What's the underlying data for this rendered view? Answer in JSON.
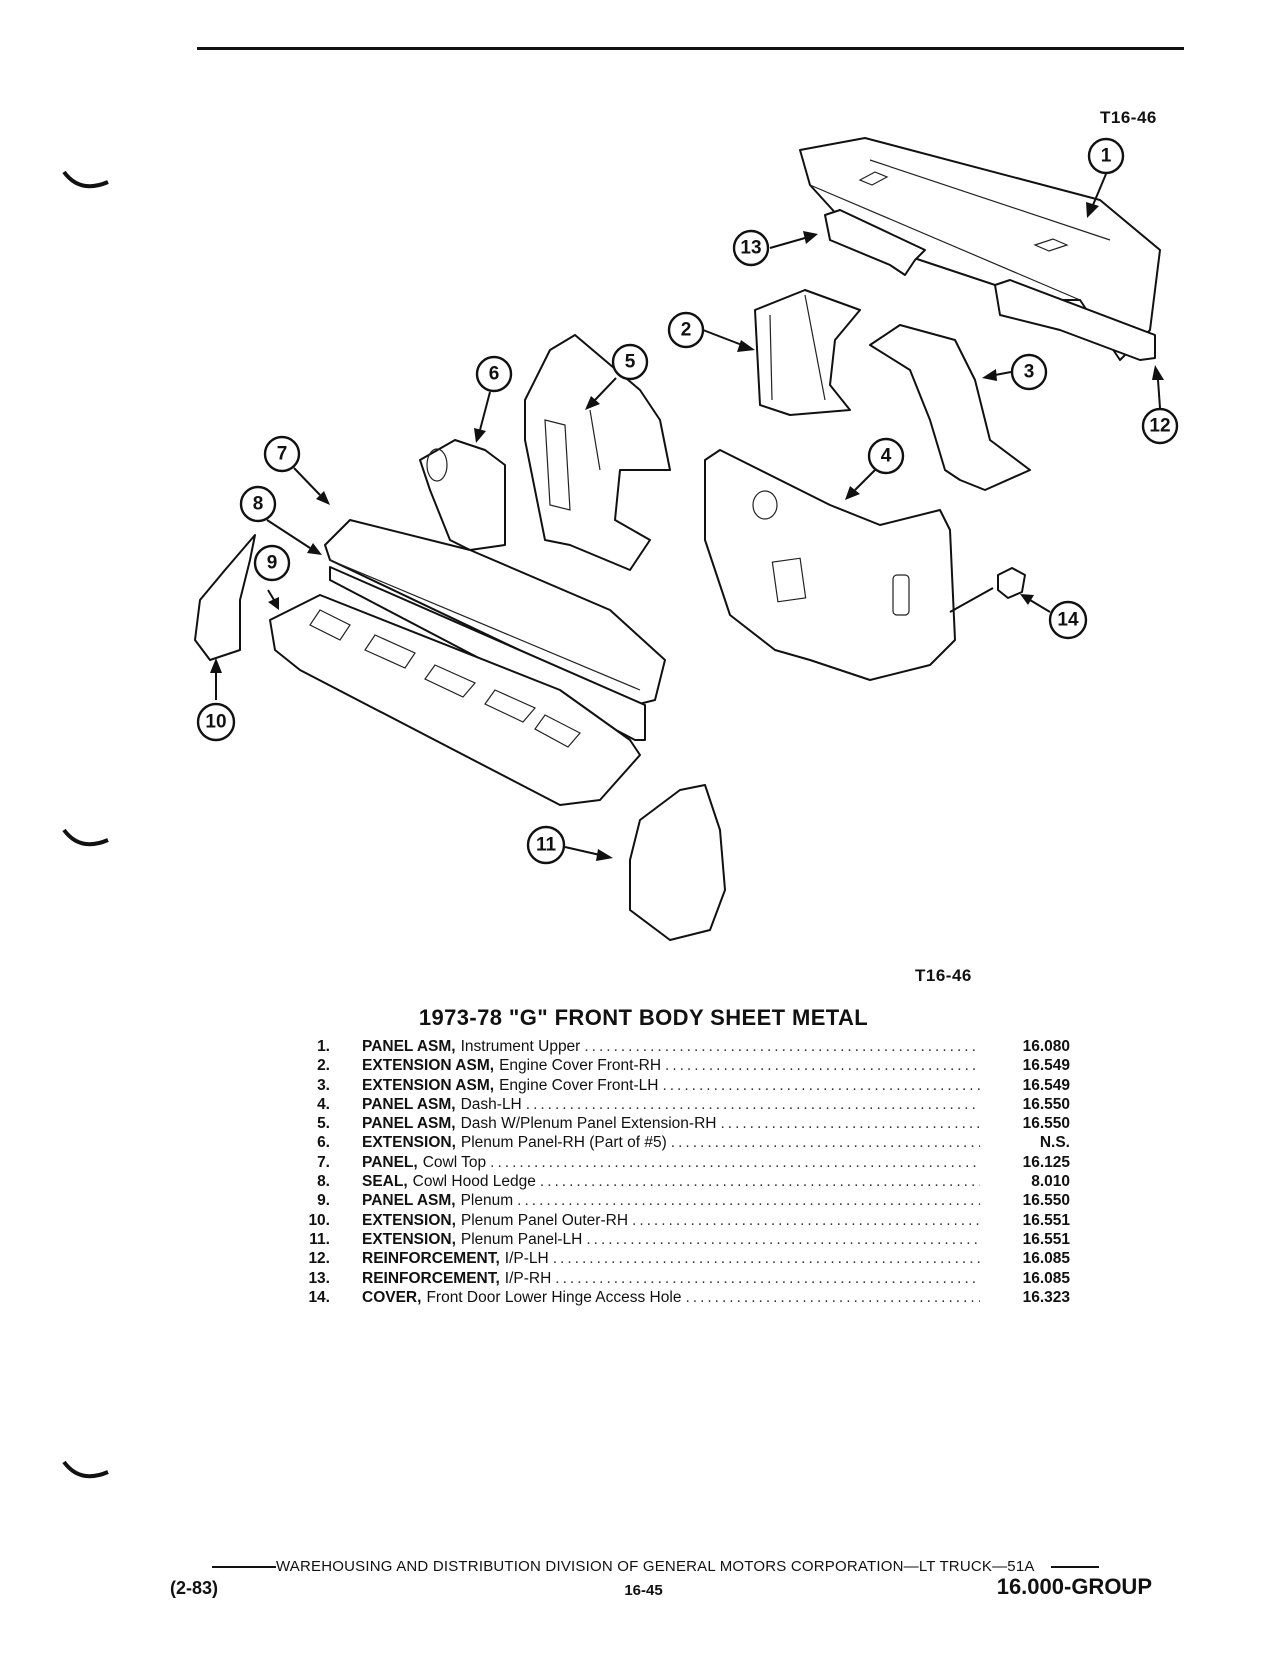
{
  "figure": {
    "code_top": "T16-46",
    "code_bottom": "T16-46"
  },
  "title": "1973-78 \"G\" FRONT BODY SHEET METAL",
  "callouts": [
    "1",
    "2",
    "3",
    "4",
    "5",
    "6",
    "7",
    "8",
    "9",
    "10",
    "11",
    "12",
    "13",
    "14"
  ],
  "parts": [
    {
      "num": "1.",
      "name": "PANEL ASM,",
      "spec": "Instrument Upper",
      "ref": "16.080"
    },
    {
      "num": "2.",
      "name": "EXTENSION ASM,",
      "spec": "Engine Cover Front-RH",
      "ref": "16.549"
    },
    {
      "num": "3.",
      "name": "EXTENSION ASM,",
      "spec": "Engine Cover Front-LH",
      "ref": "16.549"
    },
    {
      "num": "4.",
      "name": "PANEL ASM,",
      "spec": "Dash-LH",
      "ref": "16.550"
    },
    {
      "num": "5.",
      "name": "PANEL ASM,",
      "spec": "Dash W/Plenum Panel Extension-RH",
      "ref": "16.550"
    },
    {
      "num": "6.",
      "name": "EXTENSION,",
      "spec": "Plenum Panel-RH (Part of #5)",
      "ref": "N.S."
    },
    {
      "num": "7.",
      "name": "PANEL,",
      "spec": "Cowl Top",
      "ref": "16.125"
    },
    {
      "num": "8.",
      "name": "SEAL,",
      "spec": "Cowl Hood Ledge",
      "ref": "8.010"
    },
    {
      "num": "9.",
      "name": "PANEL ASM,",
      "spec": "Plenum",
      "ref": "16.550"
    },
    {
      "num": "10.",
      "name": "EXTENSION,",
      "spec": "Plenum Panel Outer-RH",
      "ref": "16.551"
    },
    {
      "num": "11.",
      "name": "EXTENSION,",
      "spec": "Plenum Panel-LH",
      "ref": "16.551"
    },
    {
      "num": "12.",
      "name": "REINFORCEMENT,",
      "spec": "I/P-LH",
      "ref": "16.085"
    },
    {
      "num": "13.",
      "name": "REINFORCEMENT,",
      "spec": "I/P-RH",
      "ref": "16.085"
    },
    {
      "num": "14.",
      "name": "COVER,",
      "spec": "Front Door Lower Hinge Access Hole",
      "ref": "16.323"
    }
  ],
  "footer": {
    "division": "WAREHOUSING AND DISTRIBUTION  DIVISION OF GENERAL MOTORS CORPORATION—LT TRUCK—51A",
    "date": "(2-83)",
    "page": "16-45",
    "group": "16.000-GROUP"
  }
}
